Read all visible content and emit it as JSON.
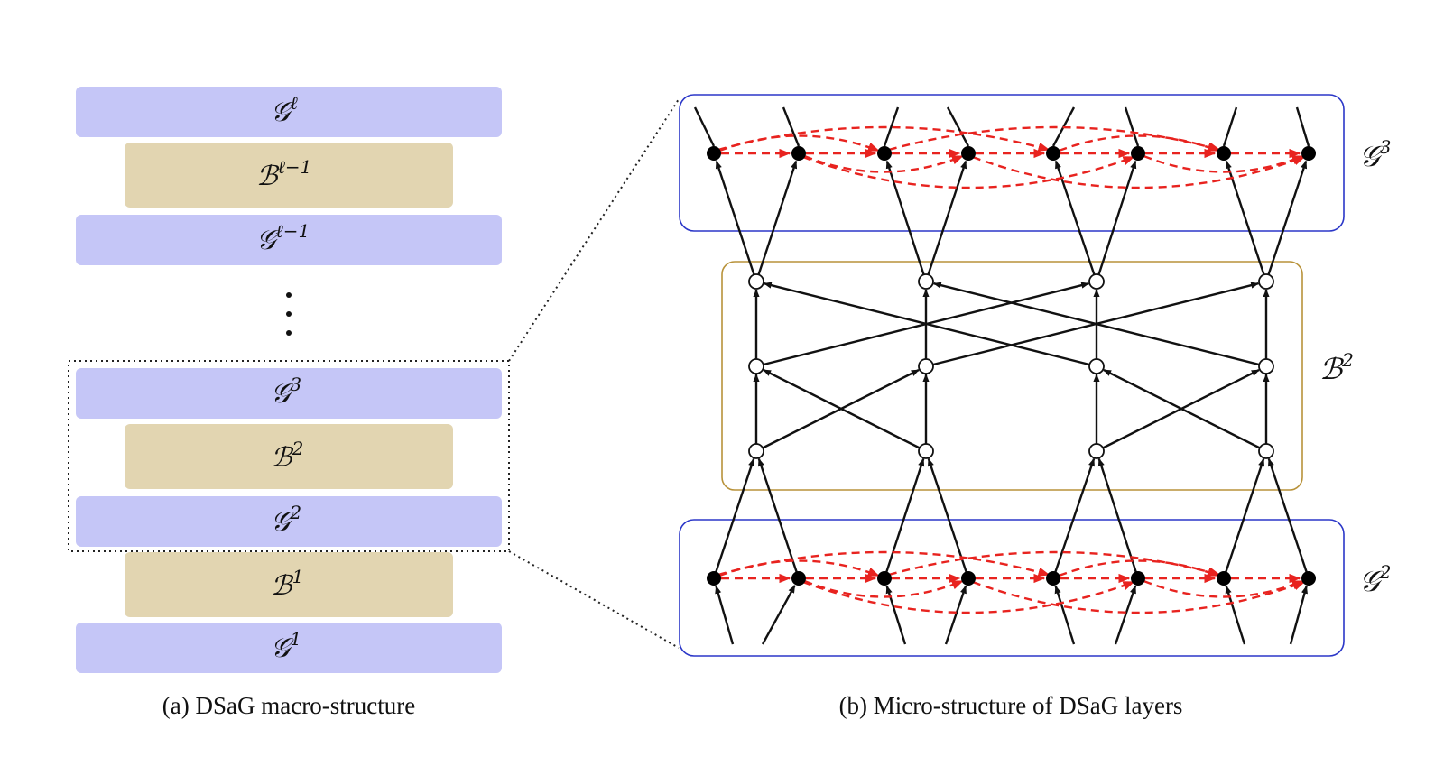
{
  "macro": {
    "layers": [
      {
        "id": "g-l",
        "kind": "G",
        "symbol": "𝒢",
        "sup": "ℓ"
      },
      {
        "id": "b-l-1",
        "kind": "B",
        "symbol": "ℬ",
        "sup": "ℓ−1"
      },
      {
        "id": "g-l-1",
        "kind": "G",
        "symbol": "𝒢",
        "sup": "ℓ−1"
      },
      {
        "id": "g-3",
        "kind": "G",
        "symbol": "𝒢",
        "sup": "3"
      },
      {
        "id": "b-2",
        "kind": "B",
        "symbol": "ℬ",
        "sup": "2"
      },
      {
        "id": "g-2",
        "kind": "G",
        "symbol": "𝒢",
        "sup": "2"
      },
      {
        "id": "b-1",
        "kind": "B",
        "symbol": "ℬ",
        "sup": "1"
      },
      {
        "id": "g-1",
        "kind": "G",
        "symbol": "𝒢",
        "sup": "1"
      }
    ],
    "caption": "(a) DSaG macro-structure"
  },
  "micro": {
    "labels": {
      "top": {
        "symbol": "𝒢",
        "sup": "3"
      },
      "middle": {
        "symbol": "ℬ",
        "sup": "2"
      },
      "bottom": {
        "symbol": "𝒢",
        "sup": "2"
      }
    },
    "caption": "(b) Micro-structure of DSaG layers"
  },
  "colors": {
    "g_layer_fill": "#c5c6f7",
    "b_layer_fill": "#e2d5b1",
    "g_box_stroke": "#2b37c8",
    "b_box_stroke": "#b8923a",
    "dashed_edge": "#e8231f",
    "edge": "#111111"
  }
}
